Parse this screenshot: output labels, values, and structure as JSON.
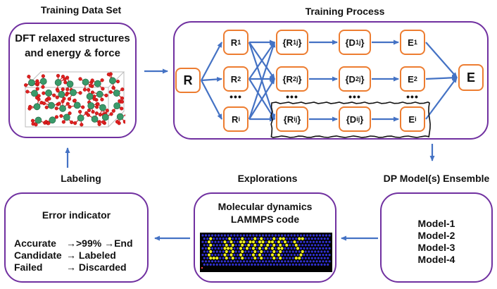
{
  "sections": {
    "training_data": "Training Data Set",
    "training_process": "Training Process",
    "labeling": "Labeling",
    "explorations": "Explorations",
    "dp_ensemble": "DP Model(s) Ensemble"
  },
  "training_data_panel": {
    "line1": "DFT relaxed structures",
    "line2": "and energy & force",
    "image": "crystal-structure-illustration"
  },
  "training_process": {
    "input": "R",
    "output": "E",
    "rows": [
      {
        "r": "R",
        "r_sub": "1",
        "rset": "{R",
        "rset_sub": "1j",
        "dset": "{D",
        "dset_sub": "1j",
        "e": "E",
        "e_sub": "1"
      },
      {
        "r": "R",
        "r_sub": "2",
        "rset": "{R",
        "rset_sub": "2j",
        "dset": "{D",
        "dset_sub": "2j",
        "e": "E",
        "e_sub": "2"
      },
      {
        "r": "R",
        "r_sub": "i",
        "rset": "{R",
        "rset_sub": "ij",
        "dset": "{D",
        "dset_sub": "ij",
        "e": "E",
        "e_sub": "i"
      }
    ],
    "ellipsis": "•••",
    "close_brace": "}"
  },
  "error_indicator": {
    "title": "Error indicator",
    "rows": [
      {
        "label": "Accurate",
        "result": "→>99% →End"
      },
      {
        "label": "Candidate",
        "result": "→ Labeled"
      },
      {
        "label": "Failed",
        "result": "→ Discarded"
      }
    ]
  },
  "explorations_panel": {
    "line1": "Molecular dynamics",
    "line2": "LAMMPS code",
    "image_text": "LAMMPS"
  },
  "ensemble": {
    "models": [
      "Model-1",
      "Model-2",
      "Model-3",
      "Model-4"
    ]
  },
  "colors": {
    "panel_border": "#7030a0",
    "node_border": "#ed7d31",
    "arrow": "#4472c4",
    "lammps_bg_atoms": "#3030d0",
    "lammps_text_atoms": "#f0f020"
  }
}
